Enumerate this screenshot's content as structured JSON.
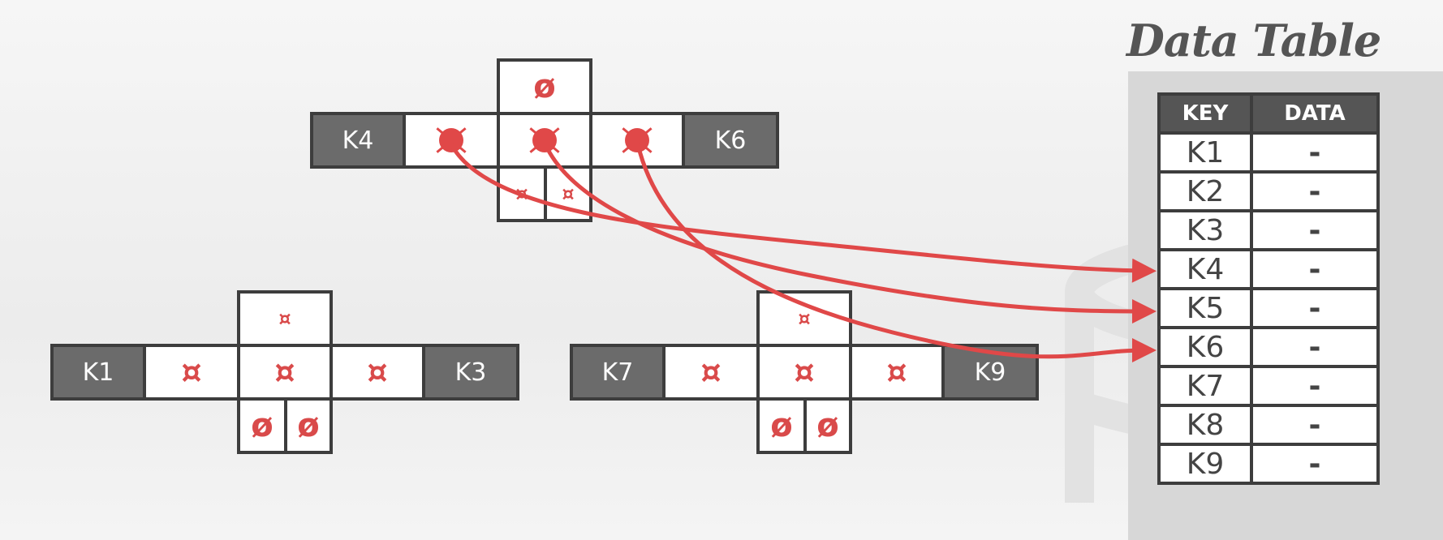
{
  "title": "Data Table",
  "colors": {
    "accent": "#e04848",
    "key_fill": "#6b6b6b",
    "border": "#3d3d3d"
  },
  "top_node": {
    "key_left": "K4",
    "key_right": "K6",
    "top_symbol": "ø",
    "bottom_symbols": [
      "¤",
      "¤"
    ]
  },
  "left_node": {
    "key_left": "K1",
    "key_right": "K3",
    "top_symbol": "¤",
    "mid_symbols": [
      "¤",
      "¤",
      "¤"
    ],
    "bottom_symbols": [
      "ø",
      "ø"
    ]
  },
  "right_node": {
    "key_left": "K7",
    "key_right": "K9",
    "top_symbol": "¤",
    "mid_symbols": [
      "¤",
      "¤",
      "¤"
    ],
    "bottom_symbols": [
      "ø",
      "ø"
    ]
  },
  "table": {
    "headers": [
      "KEY",
      "DATA"
    ],
    "rows": [
      {
        "key": "K1",
        "data": "-"
      },
      {
        "key": "K2",
        "data": "-"
      },
      {
        "key": "K3",
        "data": "-"
      },
      {
        "key": "K4",
        "data": "-"
      },
      {
        "key": "K5",
        "data": "-"
      },
      {
        "key": "K6",
        "data": "-"
      },
      {
        "key": "K7",
        "data": "-"
      },
      {
        "key": "K8",
        "data": "-"
      },
      {
        "key": "K9",
        "data": "-"
      }
    ]
  }
}
